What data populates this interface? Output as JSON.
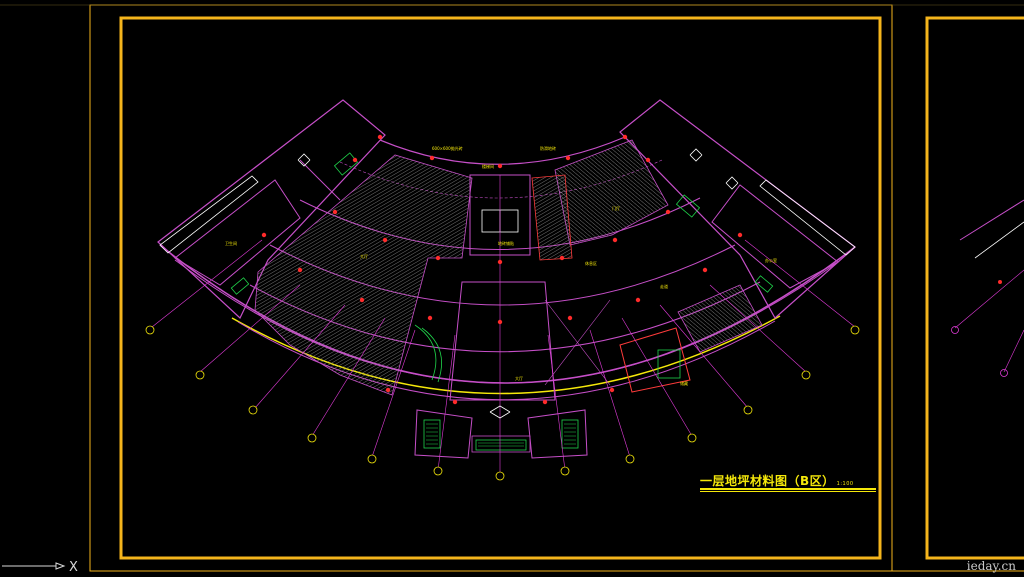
{
  "drawing": {
    "title": "一层地坪材料图（B区）",
    "title_scale": "1:100",
    "watermark": "ieday.cn"
  },
  "colors": {
    "background": "#000000",
    "frame": "#f5b51c",
    "wall": "#c64fc8",
    "axis": "#e03bd8",
    "text": "#f5e80a",
    "stairs": "#1fd34a",
    "column": "#ff2b2b",
    "hatch": "#9a9a9a"
  },
  "annotations": [
    "600×600抛光砖",
    "防滑地砖",
    "地砖铺贴",
    "大厅",
    "大厅",
    "门厅",
    "卫生间",
    "楼梯间",
    "办公室",
    "休息区",
    "走道",
    "储藏"
  ],
  "ucs": {
    "x_label": "X"
  }
}
